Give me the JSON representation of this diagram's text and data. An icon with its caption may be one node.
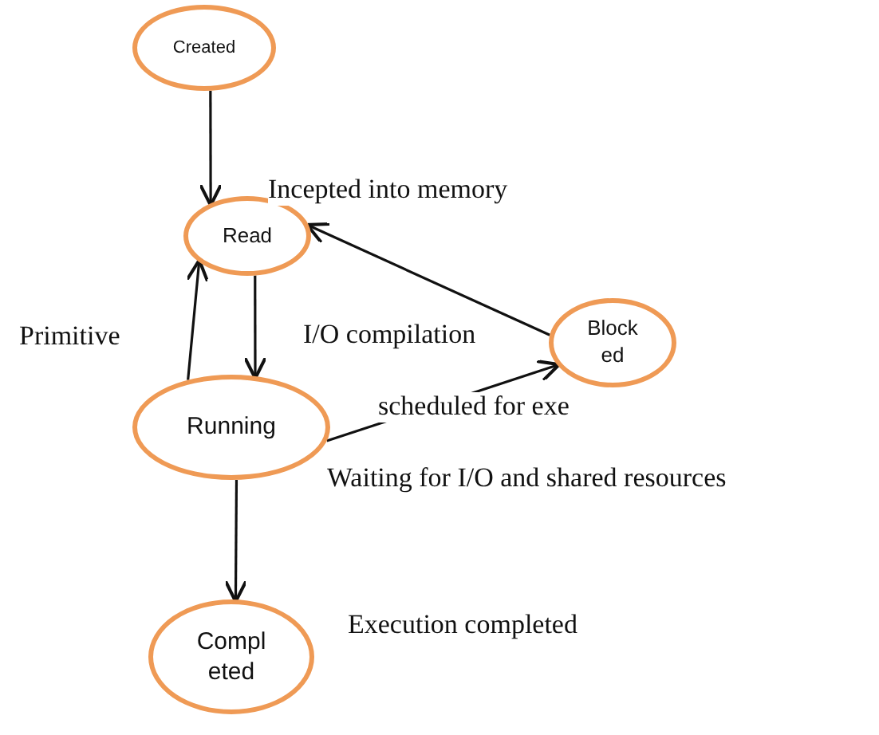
{
  "diagram": {
    "nodes": [
      {
        "text": [
          "Created"
        ]
      },
      {
        "text": [
          "Read"
        ]
      },
      {
        "text": [
          "Block ed"
        ]
      },
      {
        "text": [
          "Running"
        ]
      },
      {
        "text": [
          "Compl eted"
        ]
      }
    ],
    "edges": [
      {
        "from": 0,
        "to": 1,
        "arrow": "to"
      },
      {
        "from": 1,
        "to": 3,
        "arrow": "to"
      },
      {
        "from": 3,
        "to": 1,
        "arrow": "to"
      },
      {
        "from": 2,
        "to": 1,
        "arrow": "to"
      },
      {
        "from": 3,
        "to": 2,
        "arrow": "to"
      },
      {
        "from": 3,
        "to": 4,
        "arrow": "to"
      }
    ],
    "labels": [
      "Incepted into memory",
      "Primitive",
      "I/O compilation",
      "scheduled for exe",
      "Waiting for I/O and shared resources",
      "Execution completed"
    ]
  }
}
